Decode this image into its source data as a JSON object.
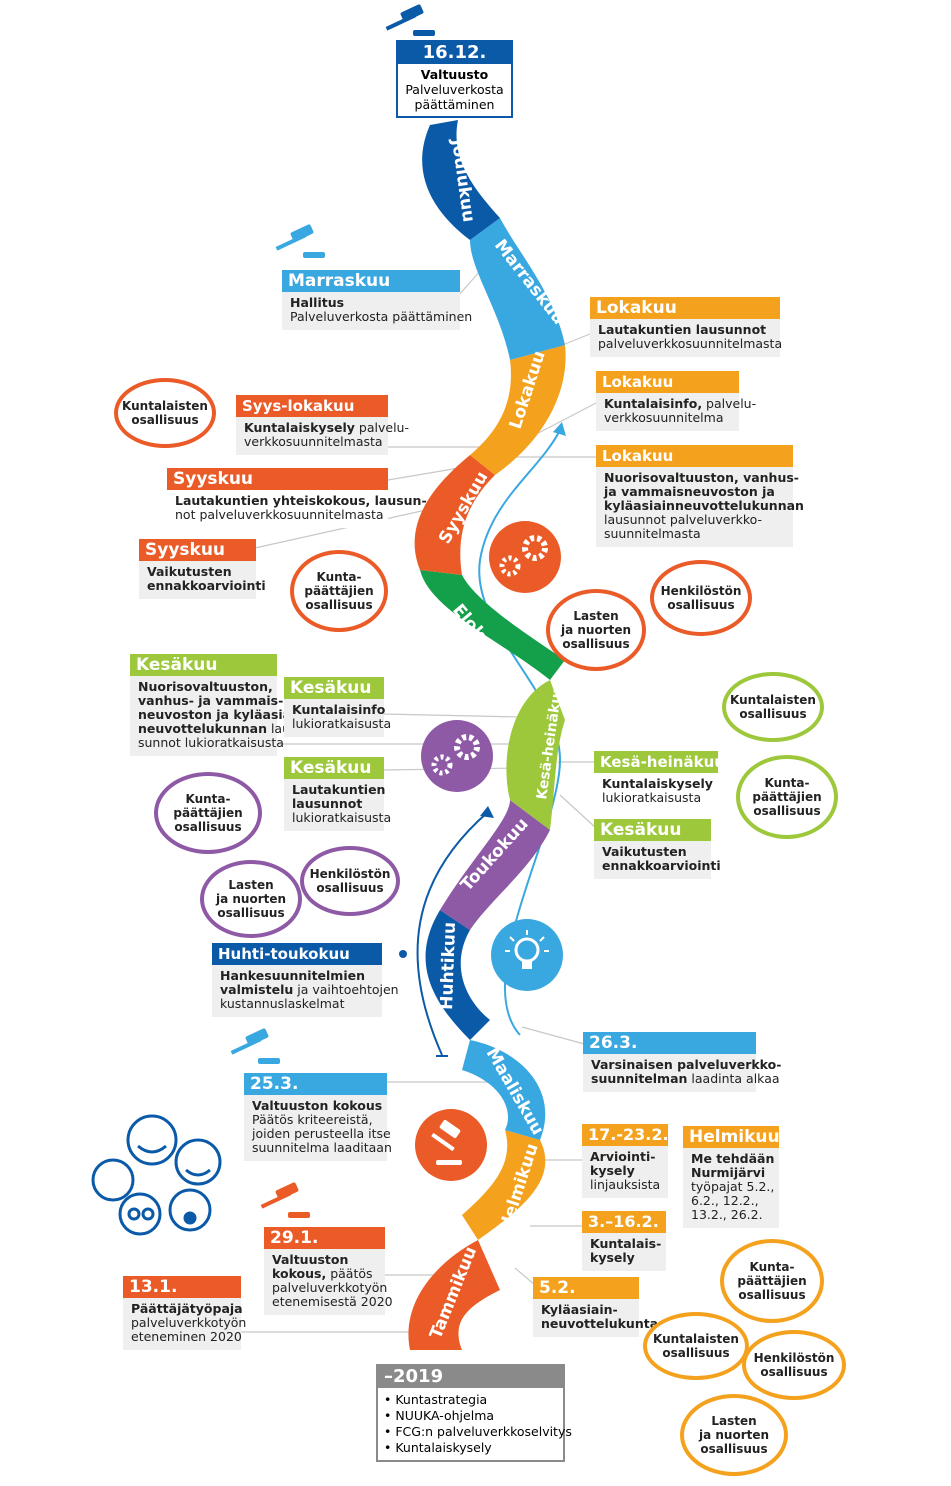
{
  "colors": {
    "blue_dark": "#0a5aa8",
    "blue_light": "#3aa8e0",
    "orange": "#f4a11d",
    "red": "#ea5b28",
    "green": "#14a04a",
    "lime": "#9dc83b",
    "purple": "#8e5aa6"
  },
  "months": {
    "joulukuu": "Joulukuu",
    "marraskuu": "Marraskuu",
    "lokakuu": "Lokakuu",
    "syyskuu": "Syyskuu",
    "elokuu": "Elokuu",
    "kesa_heinakuu": "Kesä-heinäkuu",
    "toukokuu": "Toukokuu",
    "huhtikuu": "Huhtikuu",
    "maaliskuu": "Maaliskuu",
    "helmikuu": "Helmikuu",
    "tammikuu": "Tammikuu",
    "year": "2020"
  },
  "top": {
    "date": "16.12.",
    "l1": "Valtuusto",
    "l2": "Palveluverkosta",
    "l3": "päättäminen"
  },
  "cards": {
    "marraskuu": {
      "hd": "Marraskuu",
      "b1": "Hallitus",
      "b2": "Palveluverkosta päättäminen"
    },
    "lokakuu1": {
      "hd": "Lokakuu",
      "b1": "Lautakuntien lausunnot",
      "b2": "palveluverkkosuunnitelmasta"
    },
    "lokakuu2": {
      "hd": "Lokakuu",
      "b1a": "Kuntalaisinfo,",
      "b1b": " palvelu-",
      "b2": "verkkosuunnitelma"
    },
    "lokakuu3": {
      "hd": "Lokakuu",
      "b1": "Nuorisovaltuuston, vanhus-",
      "b2": "ja vammaisneuvoston ja",
      "b3": "kyläasiainneuvottelukunnan",
      "b4": "lausunnot palveluverkko-",
      "b5": "suunnitelmasta"
    },
    "syys_lokakuu": {
      "hd": "Syys-lokakuu",
      "b1a": "Kuntalaiskysely",
      "b1b": " palvelu-",
      "b2": "verkkosuunnitelmasta"
    },
    "syyskuu1": {
      "hd": "Syyskuu",
      "b1": "Lautakuntien yhteiskokous,  lausun-",
      "b2": "not palveluverkkosuunnitelmasta"
    },
    "syyskuu2": {
      "hd": "Syyskuu",
      "b1": "Vaikutusten",
      "b2": "ennakkoarviointi"
    },
    "kesakuu1": {
      "hd": "Kesäkuu",
      "b1": "Nuorisovaltuuston,",
      "b2": "vanhus- ja vammais-",
      "b3": "neuvoston ja kyläasian",
      "b4": "neuvottelukunnan",
      "b5": "lau-",
      "b6": "sunnot lukioratkaisusta"
    },
    "kesakuu2": {
      "hd": "Kesäkuu",
      "b1": "Kuntalaisinfo",
      "b2": "lukioratkaisusta"
    },
    "kesakuu3": {
      "hd": "Kesäkuu",
      "b1": "Lautakuntien",
      "b2": "lausunnot",
      "b3": "lukioratkaisusta"
    },
    "kesa_heinakuu": {
      "hd": "Kesä-heinäkuu",
      "b1": "Kuntalaiskysely",
      "b2": "lukioratkaisusta"
    },
    "kesakuu4": {
      "hd": "Kesäkuu",
      "b1": "Vaikutusten",
      "b2": "ennakkoarviointi"
    },
    "huhti_toukokuu": {
      "hd": "Huhti-toukokuu",
      "b1": "Hankesuunnitelmien",
      "b2a": "valmistelu",
      "b2b": " ja vaihtoehtojen",
      "b3": "kustannuslaskelmat"
    },
    "d26_3": {
      "hd": "26.3.",
      "b1": "Varsinaisen palveluverkko-",
      "b2a": "suunnitelman",
      "b2b": " laadinta alkaa"
    },
    "d25_3": {
      "hd": "25.3.",
      "b1": "Valtuuston kokous",
      "b2": "Päätös kriteereistä,",
      "b3": "joiden perusteella itse",
      "b4": "suunnitelma laaditaan"
    },
    "d17_23": {
      "hd": "17.-23.2.",
      "b1": "Arviointi-",
      "b2": "kysely",
      "b3": "linjauksista"
    },
    "helmikuu": {
      "hd": "Helmikuu",
      "b1": "Me tehdään",
      "b2": "Nurmijärvi",
      "b3": "työpajat 5.2.,",
      "b4": "6.2., 12.2.,",
      "b5": "13.2., 26.2."
    },
    "d3_16": {
      "hd": "3.–16.2.",
      "b1": "Kuntalais-",
      "b2": "kysely"
    },
    "d5_2": {
      "hd": "5.2.",
      "b1": "Kyläasiain-",
      "b2": "neuvottelukunta"
    },
    "d29_1": {
      "hd": "29.1.",
      "b1": "Valtuuston",
      "b2a": "kokous,",
      "b2b": " päätös",
      "b3": "palveluverkkotyön",
      "b4": "etenemisestä 2020"
    },
    "d13_1": {
      "hd": "13.1.",
      "b1": "Päättäjätyöpaja",
      "b2": "palveluverkkotyön",
      "b3": "eteneminen 2020"
    },
    "y2019": {
      "hd": "–2019",
      "i1": "• Kuntastrategia",
      "i2": "• NUUKA-ohjelma",
      "i3": "• FCG:n palveluverkkoselvitys",
      "i4": "• Kuntalaiskysely"
    }
  },
  "bubbles": {
    "red_kuntalaisten": {
      "l1": "Kuntalaisten",
      "l2": "osallisuus"
    },
    "red_kuntapaattajien": {
      "l1": "Kunta-",
      "l2": "päättäjien",
      "l3": "osallisuus"
    },
    "red_lasten": {
      "l1": "Lasten",
      "l2": "ja nuorten",
      "l3": "osallisuus"
    },
    "red_henkiloston": {
      "l1": "Henkilöstön",
      "l2": "osallisuus"
    },
    "lime_kuntalaisten": {
      "l1": "Kuntalaisten",
      "l2": "osallisuus"
    },
    "lime_kuntapaattajien": {
      "l1": "Kunta-",
      "l2": "päättäjien",
      "l3": "osallisuus"
    },
    "purple_kuntapaattajien": {
      "l1": "Kunta-",
      "l2": "päättäjien",
      "l3": "osallisuus"
    },
    "purple_lasten": {
      "l1": "Lasten",
      "l2": "ja nuorten",
      "l3": "osallisuus"
    },
    "purple_henkiloston": {
      "l1": "Henkilöstön",
      "l2": "osallisuus"
    },
    "orange_kuntapaattajien": {
      "l1": "Kunta-",
      "l2": "päättäjien",
      "l3": "osallisuus"
    },
    "orange_kuntalaisten": {
      "l1": "Kuntalaisten",
      "l2": "osallisuus"
    },
    "orange_henkiloston": {
      "l1": "Henkilöstön",
      "l2": "osallisuus"
    },
    "orange_lasten": {
      "l1": "Lasten",
      "l2": "ja nuorten",
      "l3": "osallisuus"
    }
  }
}
